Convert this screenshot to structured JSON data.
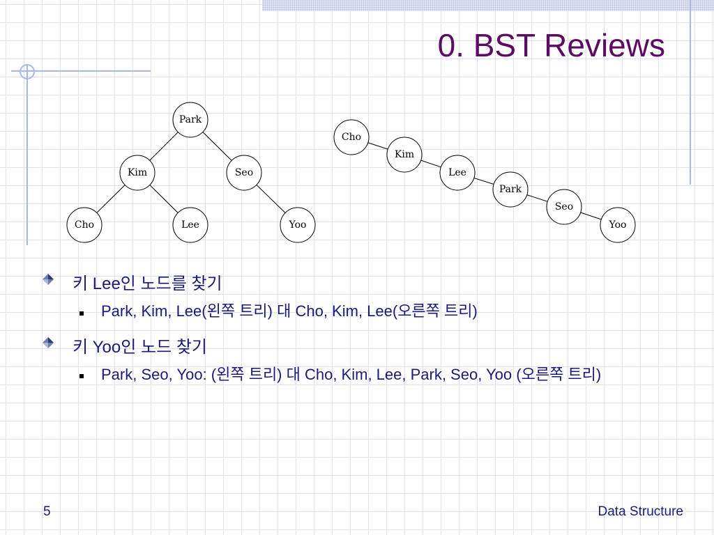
{
  "slide": {
    "title": "0. BST Reviews",
    "page_number": "5",
    "footer": "Data Structure"
  },
  "trees": {
    "left": {
      "nodes": [
        "Park",
        "Kim",
        "Seo",
        "Cho",
        "Lee",
        "Yoo"
      ],
      "edges": [
        [
          "Park",
          "Kim"
        ],
        [
          "Park",
          "Seo"
        ],
        [
          "Kim",
          "Cho"
        ],
        [
          "Kim",
          "Lee"
        ],
        [
          "Seo",
          "Yoo"
        ]
      ]
    },
    "right": {
      "nodes": [
        "Cho",
        "Kim",
        "Lee",
        "Park",
        "Seo",
        "Yoo"
      ],
      "edges": [
        [
          "Cho",
          "Kim"
        ],
        [
          "Kim",
          "Lee"
        ],
        [
          "Lee",
          "Park"
        ],
        [
          "Park",
          "Seo"
        ],
        [
          "Seo",
          "Yoo"
        ]
      ]
    }
  },
  "bullets": [
    {
      "text": "키 Lee인 노드를 찾기",
      "sub": [
        "Park, Kim, Lee(왼쪽 트리) 대 Cho, Kim, Lee(오른쪽 트리)"
      ]
    },
    {
      "text": "키 Yoo인 노드 찾기",
      "sub": [
        "Park, Seo, Yoo: (왼쪽 트리) 대 Cho, Kim, Lee, Park, Seo, Yoo (오른쪽 트리)"
      ]
    }
  ],
  "colors": {
    "title": "#5c0a63",
    "body_text": "#1a1a7a",
    "grid": "#dfe2ee",
    "accent_line": "#a7b7e6",
    "diamond_bullet": "#6e7fa8"
  }
}
